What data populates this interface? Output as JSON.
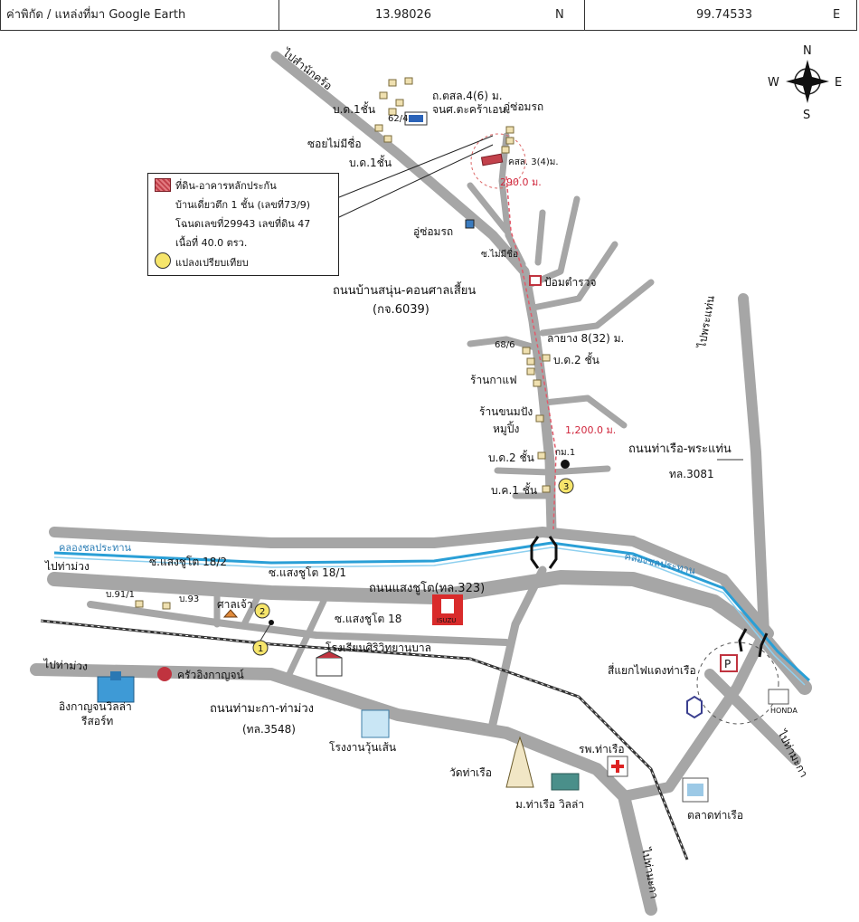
{
  "coordinates": {
    "label": "ค่าพิกัด / แหล่งที่มา Google Earth",
    "latitude": "13.98026",
    "lat_dir": "N",
    "longitude": "99.74533",
    "lon_dir": "E"
  },
  "compass": {
    "n": "N",
    "s": "S",
    "e": "E",
    "w": "W"
  },
  "legend": {
    "subject_title": "ที่ดิน-อาคารหลักประกัน",
    "subject_line1": "บ้านเดี่ยวตึก 1 ชั้น (เลขที่73/9)",
    "subject_line2": "โฉนดเลขที่29943 เลขที่ดิน 47",
    "subject_line3": "เนื้อที่ 40.0 ตรว.",
    "comparable": "แปลงเปรียบเทียบ",
    "subject_color": "#c2414b",
    "comparable_color": "#f6e56b"
  },
  "labels": {
    "to_samnak_kho": "ไปสำนักคร้อ",
    "bd1_a": "บ.ด.1ชั้น",
    "no_62_4": "62/4",
    "ktsl": "ถ.ตสล.4(6) ม.",
    "school": "จนศ.ตะคร้าเอน",
    "garage_top": "อู่ซ่อมรถ",
    "soi_no_name": "ซอยไม่มีชื่อ",
    "bd1_b": "บ.ด.1ชั้น",
    "ksl": "คสล. 3(4)ม.",
    "dist_290": "290.0 ม.",
    "garage_mid": "อู่ซ่อมรถ",
    "soi_no_name2": "ซ.ไม่มีชื่อ",
    "police": "ป้อมตำรวจ",
    "road_main": "ถนนบ้านสนุ่น-คอนศาลเสี้ยน",
    "road_main_code": "(กจ.6039)",
    "no_68_6": "68/6",
    "layang": "ลายาง 8(32) ม.",
    "bd2_a": "บ.ด.2 ชั้น",
    "cafe": "ร้านกาแฟ",
    "bakery": "ร้านขนมปัง",
    "bakery2": "หมูปิ้ง",
    "dist_1200": "1,200.0 ม.",
    "bd2_b": "บ.ด.2 ชั้น",
    "km1": "กม.1",
    "bd1_c": "บ.ค.1 ชั้น",
    "to_phra_thaen": "ไปพระแท่น",
    "road_tha_ruea": "ถนนท่าเรือ-พระแท่น",
    "road_tha_ruea_code": "ทล.3081",
    "canal": "คลองชลประทาน",
    "canal2": "คลองชลประทาน",
    "to_tha_muang": "ไปท่าม่วง",
    "soi_182": "ซ.แสงชูโต 18/2",
    "soi_181": "ซ.แสงชูโต 18/1",
    "road_saeng": "ถนนแสงชูโต(ทล.323)",
    "b91": "บ.91/1",
    "b93": "บ.93",
    "shrine": "ศาลเจ้า",
    "soi_18": "ซ.แสงชูโต 18",
    "isuzu": "ISUZU",
    "school2": "โรงเรียนศิริวิทยานุบาล",
    "to_tha_muang2": "ไปท่าม่วง",
    "restaurant": "ครัวอิงกาญจน์",
    "resort": "อิงกาญจนวิลล่า",
    "resort2": "รีสอร์ท",
    "road_makham": "ถนนท่ามะกา-ท่าม่วง",
    "road_makham_code": "(ทล.3548)",
    "noodle": "โรงงานวุ้นเส้น",
    "junction": "สี่แยกไฟแดงท่าเรือ",
    "honda": "HONDA",
    "hospital": "รพ.ท่าเรือ",
    "temple": "วัดท่าเรือ",
    "village": "ม.ท่าเรือ วิลล่า",
    "market": "ตลาดท่าเรือ",
    "to_tha_maka": "ไปท่ามะกา",
    "to_tha_maka2": "ไปท่ามะกา",
    "marker1": "1",
    "marker2": "2",
    "marker3": "3",
    "parking": "P"
  }
}
